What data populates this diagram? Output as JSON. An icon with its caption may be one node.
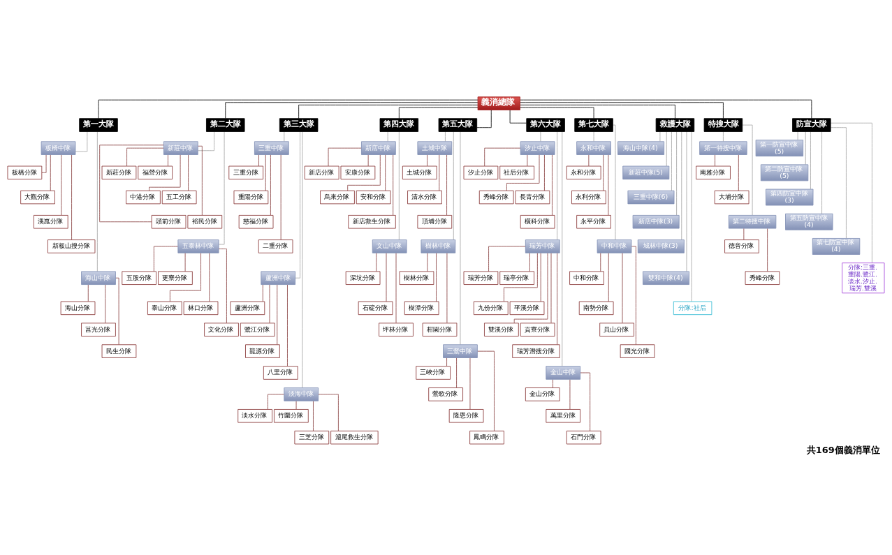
{
  "diagram": {
    "caption": "共169個義消單位",
    "nodes": [
      {
        "text": [
          "義消總隊"
        ]
      },
      {
        "text": [
          "第一大隊"
        ]
      },
      {
        "text": [
          "第二大隊"
        ]
      },
      {
        "text": [
          "第三大隊"
        ]
      },
      {
        "text": [
          "第四大隊"
        ]
      },
      {
        "text": [
          "第五大隊"
        ]
      },
      {
        "text": [
          "第六大隊"
        ]
      },
      {
        "text": [
          "第七大隊"
        ]
      },
      {
        "text": [
          "救護大隊"
        ]
      },
      {
        "text": [
          "特搜大隊"
        ]
      },
      {
        "text": [
          "防宣大隊"
        ]
      },
      {
        "text": [
          "板橋中隊"
        ]
      },
      {
        "text": [
          "板橋分隊"
        ]
      },
      {
        "text": [
          "大觀分隊"
        ]
      },
      {
        "text": [
          "溪崑分隊"
        ]
      },
      {
        "text": [
          "新板山搜分隊"
        ]
      },
      {
        "text": [
          "海山中隊"
        ]
      },
      {
        "text": [
          "海山分隊"
        ]
      },
      {
        "text": [
          "莒光分隊"
        ]
      },
      {
        "text": [
          "民生分隊"
        ]
      },
      {
        "text": [
          "新莊中隊"
        ]
      },
      {
        "text": [
          "新莊分隊"
        ]
      },
      {
        "text": [
          "福營分隊"
        ]
      },
      {
        "text": [
          "中港分隊"
        ]
      },
      {
        "text": [
          "五工分隊"
        ]
      },
      {
        "text": [
          "頭前分隊"
        ]
      },
      {
        "text": [
          "裕民分隊"
        ]
      },
      {
        "text": [
          "五泰林中隊"
        ]
      },
      {
        "text": [
          "五股分隊"
        ]
      },
      {
        "text": [
          "更寮分隊"
        ]
      },
      {
        "text": [
          "泰山分隊"
        ]
      },
      {
        "text": [
          "林口分隊"
        ]
      },
      {
        "text": [
          "文化分隊"
        ]
      },
      {
        "text": [
          "三重中隊"
        ]
      },
      {
        "text": [
          "三重分隊"
        ]
      },
      {
        "text": [
          "重陽分隊"
        ]
      },
      {
        "text": [
          "慈福分隊"
        ]
      },
      {
        "text": [
          "二重分隊"
        ]
      },
      {
        "text": [
          "蘆洲中隊"
        ]
      },
      {
        "text": [
          "蘆洲分隊"
        ]
      },
      {
        "text": [
          "鷺江分隊"
        ]
      },
      {
        "text": [
          "龍源分隊"
        ]
      },
      {
        "text": [
          "八里分隊"
        ]
      },
      {
        "text": [
          "淡海中隊"
        ]
      },
      {
        "text": [
          "淡水分隊"
        ]
      },
      {
        "text": [
          "竹圍分隊"
        ]
      },
      {
        "text": [
          "三芝分隊"
        ]
      },
      {
        "text": [
          "滬尾救生分隊"
        ]
      },
      {
        "text": [
          "新店中隊"
        ]
      },
      {
        "text": [
          "新店分隊"
        ]
      },
      {
        "text": [
          "安康分隊"
        ]
      },
      {
        "text": [
          "烏來分隊"
        ]
      },
      {
        "text": [
          "安和分隊"
        ]
      },
      {
        "text": [
          "新店救生分隊"
        ]
      },
      {
        "text": [
          "文山中隊"
        ]
      },
      {
        "text": [
          "深坑分隊"
        ]
      },
      {
        "text": [
          "石碇分隊"
        ]
      },
      {
        "text": [
          "坪林分隊"
        ]
      },
      {
        "text": [
          "土城中隊"
        ]
      },
      {
        "text": [
          "土城分隊"
        ]
      },
      {
        "text": [
          "清水分隊"
        ]
      },
      {
        "text": [
          "頂埔分隊"
        ]
      },
      {
        "text": [
          "樹林中隊"
        ]
      },
      {
        "text": [
          "樹林分隊"
        ]
      },
      {
        "text": [
          "樹潭分隊"
        ]
      },
      {
        "text": [
          "柑園分隊"
        ]
      },
      {
        "text": [
          "三鶯中隊"
        ]
      },
      {
        "text": [
          "三峽分隊"
        ]
      },
      {
        "text": [
          "鶯歌分隊"
        ]
      },
      {
        "text": [
          "隆恩分隊"
        ]
      },
      {
        "text": [
          "鳳鳴分隊"
        ]
      },
      {
        "text": [
          "汐止中隊"
        ]
      },
      {
        "text": [
          "汐止分隊"
        ]
      },
      {
        "text": [
          "社后分隊"
        ]
      },
      {
        "text": [
          "秀峰分隊"
        ]
      },
      {
        "text": [
          "長青分隊"
        ]
      },
      {
        "text": [
          "橫科分隊"
        ]
      },
      {
        "text": [
          "瑞芳中隊"
        ]
      },
      {
        "text": [
          "瑞芳分隊"
        ]
      },
      {
        "text": [
          "瑞亭分隊"
        ]
      },
      {
        "text": [
          "九份分隊"
        ]
      },
      {
        "text": [
          "平溪分隊"
        ]
      },
      {
        "text": [
          "雙溪分隊"
        ]
      },
      {
        "text": [
          "貢寮分隊"
        ]
      },
      {
        "text": [
          "瑞芳潛搜分隊"
        ]
      },
      {
        "text": [
          "金山中隊"
        ]
      },
      {
        "text": [
          "金山分隊"
        ]
      },
      {
        "text": [
          "萬里分隊"
        ]
      },
      {
        "text": [
          "石門分隊"
        ]
      },
      {
        "text": [
          "永和中隊"
        ]
      },
      {
        "text": [
          "永和分隊"
        ]
      },
      {
        "text": [
          "永利分隊"
        ]
      },
      {
        "text": [
          "永平分隊"
        ]
      },
      {
        "text": [
          "中和中隊"
        ]
      },
      {
        "text": [
          "中和分隊"
        ]
      },
      {
        "text": [
          "南勢分隊"
        ]
      },
      {
        "text": [
          "員山分隊"
        ]
      },
      {
        "text": [
          "國光分隊"
        ]
      },
      {
        "text": [
          "海山中隊(4)"
        ]
      },
      {
        "text": [
          "新莊中隊(5)"
        ]
      },
      {
        "text": [
          "三重中隊(6)"
        ]
      },
      {
        "text": [
          "新店中隊(3)"
        ]
      },
      {
        "text": [
          "城林中隊(3)"
        ]
      },
      {
        "text": [
          "雙和中隊(4)"
        ]
      },
      {
        "text": [
          "分隊:社后"
        ]
      },
      {
        "text": [
          "第一特搜中隊"
        ]
      },
      {
        "text": [
          "南雅分隊"
        ]
      },
      {
        "text": [
          "大埔分隊"
        ]
      },
      {
        "text": [
          "第二特搜中隊"
        ]
      },
      {
        "text": [
          "德音分隊"
        ]
      },
      {
        "text": [
          "秀峰分隊"
        ]
      },
      {
        "text": [
          "第一防宣中隊(5)"
        ]
      },
      {
        "text": [
          "第二防宣中隊(5)"
        ]
      },
      {
        "text": [
          "第四防宣中隊(3)"
        ]
      },
      {
        "text": [
          "第五防宣中隊(4)"
        ]
      },
      {
        "text": [
          "第七防宣中隊(4)"
        ]
      },
      {
        "text": [
          "分隊:三重.重陽.鷺江.淡水.汐止.瑞芳.雙溪"
        ]
      }
    ],
    "edges": [
      {
        "from": 0,
        "to": 1,
        "arrow": "none",
        "color": "#000000"
      },
      {
        "from": 0,
        "to": 2,
        "arrow": "none",
        "color": "#000000"
      },
      {
        "from": 0,
        "to": 3,
        "arrow": "none",
        "color": "#000000"
      },
      {
        "from": 0,
        "to": 4,
        "arrow": "none",
        "color": "#000000"
      },
      {
        "from": 0,
        "to": 5,
        "arrow": "none",
        "color": "#000000"
      },
      {
        "from": 0,
        "to": 6,
        "arrow": "none",
        "color": "#000000"
      },
      {
        "from": 0,
        "to": 7,
        "arrow": "none",
        "color": "#000000"
      },
      {
        "from": 0,
        "to": 8,
        "arrow": "none",
        "color": "#000000"
      },
      {
        "from": 0,
        "to": 9,
        "arrow": "none",
        "color": "#000000"
      },
      {
        "from": 0,
        "to": 10,
        "arrow": "none",
        "color": "#000000"
      },
      {
        "from": 1,
        "to": 11,
        "arrow": "none",
        "color": "#a6a6a6"
      },
      {
        "from": 11,
        "to": 12,
        "arrow": "none"
      },
      {
        "from": 11,
        "to": 13,
        "arrow": "none"
      },
      {
        "from": 11,
        "to": 14,
        "arrow": "none"
      },
      {
        "from": 11,
        "to": 15,
        "arrow": "none"
      },
      {
        "from": 1,
        "to": 16,
        "arrow": "none",
        "color": "#a6a6a6"
      },
      {
        "from": 16,
        "to": 17,
        "arrow": "none"
      },
      {
        "from": 16,
        "to": 18,
        "arrow": "none"
      },
      {
        "from": 16,
        "to": 19,
        "arrow": "none"
      },
      {
        "from": 2,
        "to": 20,
        "arrow": "none",
        "color": "#a6a6a6"
      },
      {
        "from": 20,
        "to": 21,
        "arrow": "none"
      },
      {
        "from": 20,
        "to": 22,
        "arrow": "none"
      },
      {
        "from": 20,
        "to": 23,
        "arrow": "none"
      },
      {
        "from": 20,
        "to": 24,
        "arrow": "none"
      },
      {
        "from": 20,
        "to": 25,
        "arrow": "none"
      },
      {
        "from": 20,
        "to": 26,
        "arrow": "none"
      },
      {
        "from": 2,
        "to": 27,
        "arrow": "none",
        "color": "#a6a6a6"
      },
      {
        "from": 27,
        "to": 28,
        "arrow": "none"
      },
      {
        "from": 27,
        "to": 29,
        "arrow": "none"
      },
      {
        "from": 27,
        "to": 30,
        "arrow": "none"
      },
      {
        "from": 27,
        "to": 31,
        "arrow": "none"
      },
      {
        "from": 27,
        "to": 32,
        "arrow": "none"
      },
      {
        "from": 3,
        "to": 33,
        "arrow": "none",
        "color": "#a6a6a6"
      },
      {
        "from": 33,
        "to": 34,
        "arrow": "none"
      },
      {
        "from": 33,
        "to": 35,
        "arrow": "none"
      },
      {
        "from": 33,
        "to": 36,
        "arrow": "none"
      },
      {
        "from": 33,
        "to": 37,
        "arrow": "none"
      },
      {
        "from": 3,
        "to": 38,
        "arrow": "none",
        "color": "#a6a6a6"
      },
      {
        "from": 38,
        "to": 39,
        "arrow": "none"
      },
      {
        "from": 38,
        "to": 40,
        "arrow": "none"
      },
      {
        "from": 38,
        "to": 41,
        "arrow": "none"
      },
      {
        "from": 38,
        "to": 42,
        "arrow": "none"
      },
      {
        "from": 3,
        "to": 43,
        "arrow": "none",
        "color": "#a6a6a6"
      },
      {
        "from": 43,
        "to": 44,
        "arrow": "none"
      },
      {
        "from": 43,
        "to": 45,
        "arrow": "none"
      },
      {
        "from": 43,
        "to": 46,
        "arrow": "none"
      },
      {
        "from": 43,
        "to": 47,
        "arrow": "none"
      },
      {
        "from": 4,
        "to": 48,
        "arrow": "none",
        "color": "#a6a6a6"
      },
      {
        "from": 48,
        "to": 49,
        "arrow": "none"
      },
      {
        "from": 48,
        "to": 50,
        "arrow": "none"
      },
      {
        "from": 48,
        "to": 51,
        "arrow": "none"
      },
      {
        "from": 48,
        "to": 52,
        "arrow": "none"
      },
      {
        "from": 48,
        "to": 53,
        "arrow": "none"
      },
      {
        "from": 4,
        "to": 54,
        "arrow": "none",
        "color": "#a6a6a6"
      },
      {
        "from": 54,
        "to": 55,
        "arrow": "none"
      },
      {
        "from": 54,
        "to": 56,
        "arrow": "none"
      },
      {
        "from": 54,
        "to": 57,
        "arrow": "none"
      },
      {
        "from": 5,
        "to": 58,
        "arrow": "none",
        "color": "#a6a6a6"
      },
      {
        "from": 58,
        "to": 59,
        "arrow": "none"
      },
      {
        "from": 58,
        "to": 60,
        "arrow": "none"
      },
      {
        "from": 58,
        "to": 61,
        "arrow": "none"
      },
      {
        "from": 5,
        "to": 62,
        "arrow": "none",
        "color": "#a6a6a6"
      },
      {
        "from": 62,
        "to": 63,
        "arrow": "none"
      },
      {
        "from": 62,
        "to": 64,
        "arrow": "none"
      },
      {
        "from": 62,
        "to": 65,
        "arrow": "none"
      },
      {
        "from": 5,
        "to": 66,
        "arrow": "none",
        "color": "#a6a6a6"
      },
      {
        "from": 66,
        "to": 67,
        "arrow": "none"
      },
      {
        "from": 66,
        "to": 68,
        "arrow": "none"
      },
      {
        "from": 66,
        "to": 69,
        "arrow": "none"
      },
      {
        "from": 66,
        "to": 70,
        "arrow": "none"
      },
      {
        "from": 6,
        "to": 71,
        "arrow": "none",
        "color": "#a6a6a6"
      },
      {
        "from": 71,
        "to": 72,
        "arrow": "none"
      },
      {
        "from": 71,
        "to": 73,
        "arrow": "none"
      },
      {
        "from": 71,
        "to": 74,
        "arrow": "none"
      },
      {
        "from": 71,
        "to": 75,
        "arrow": "none"
      },
      {
        "from": 71,
        "to": 76,
        "arrow": "none"
      },
      {
        "from": 6,
        "to": 77,
        "arrow": "none",
        "color": "#a6a6a6"
      },
      {
        "from": 77,
        "to": 78,
        "arrow": "none"
      },
      {
        "from": 77,
        "to": 79,
        "arrow": "none"
      },
      {
        "from": 77,
        "to": 80,
        "arrow": "none"
      },
      {
        "from": 77,
        "to": 81,
        "arrow": "none"
      },
      {
        "from": 77,
        "to": 82,
        "arrow": "none"
      },
      {
        "from": 77,
        "to": 83,
        "arrow": "none"
      },
      {
        "from": 77,
        "to": 84,
        "arrow": "none"
      },
      {
        "from": 6,
        "to": 85,
        "arrow": "none",
        "color": "#a6a6a6"
      },
      {
        "from": 85,
        "to": 86,
        "arrow": "none"
      },
      {
        "from": 85,
        "to": 87,
        "arrow": "none"
      },
      {
        "from": 85,
        "to": 88,
        "arrow": "none"
      },
      {
        "from": 7,
        "to": 89,
        "arrow": "none",
        "color": "#a6a6a6"
      },
      {
        "from": 89,
        "to": 90,
        "arrow": "none"
      },
      {
        "from": 89,
        "to": 91,
        "arrow": "none"
      },
      {
        "from": 89,
        "to": 92,
        "arrow": "none"
      },
      {
        "from": 7,
        "to": 93,
        "arrow": "none",
        "color": "#a6a6a6"
      },
      {
        "from": 93,
        "to": 94,
        "arrow": "none"
      },
      {
        "from": 93,
        "to": 95,
        "arrow": "none"
      },
      {
        "from": 93,
        "to": 96,
        "arrow": "none"
      },
      {
        "from": 93,
        "to": 97,
        "arrow": "none"
      },
      {
        "from": 8,
        "to": 98,
        "arrow": "none",
        "color": "#a6a6a6"
      },
      {
        "from": 8,
        "to": 99,
        "arrow": "none",
        "color": "#a6a6a6"
      },
      {
        "from": 8,
        "to": 100,
        "arrow": "none",
        "color": "#a6a6a6"
      },
      {
        "from": 8,
        "to": 101,
        "arrow": "none",
        "color": "#a6a6a6"
      },
      {
        "from": 8,
        "to": 102,
        "arrow": "none",
        "color": "#a6a6a6"
      },
      {
        "from": 8,
        "to": 103,
        "arrow": "none",
        "color": "#a6a6a6"
      },
      {
        "from": 8,
        "to": 104,
        "arrow": "none",
        "color": "#a6a6a6"
      },
      {
        "from": 9,
        "to": 105,
        "arrow": "none",
        "color": "#a6a6a6"
      },
      {
        "from": 105,
        "to": 106,
        "arrow": "none"
      },
      {
        "from": 105,
        "to": 107,
        "arrow": "none"
      },
      {
        "from": 9,
        "to": 108,
        "arrow": "none",
        "color": "#a6a6a6"
      },
      {
        "from": 108,
        "to": 109,
        "arrow": "none"
      },
      {
        "from": 108,
        "to": 110,
        "arrow": "none"
      },
      {
        "from": 10,
        "to": 111,
        "arrow": "none",
        "color": "#a6a6a6"
      },
      {
        "from": 10,
        "to": 112,
        "arrow": "none",
        "color": "#a6a6a6"
      },
      {
        "from": 10,
        "to": 113,
        "arrow": "none",
        "color": "#a6a6a6"
      },
      {
        "from": 10,
        "to": 114,
        "arrow": "none",
        "color": "#a6a6a6"
      },
      {
        "from": 10,
        "to": 115,
        "arrow": "none",
        "color": "#a6a6a6"
      },
      {
        "from": 10,
        "to": 116,
        "arrow": "none",
        "color": "#a6a6a6"
      }
    ]
  }
}
